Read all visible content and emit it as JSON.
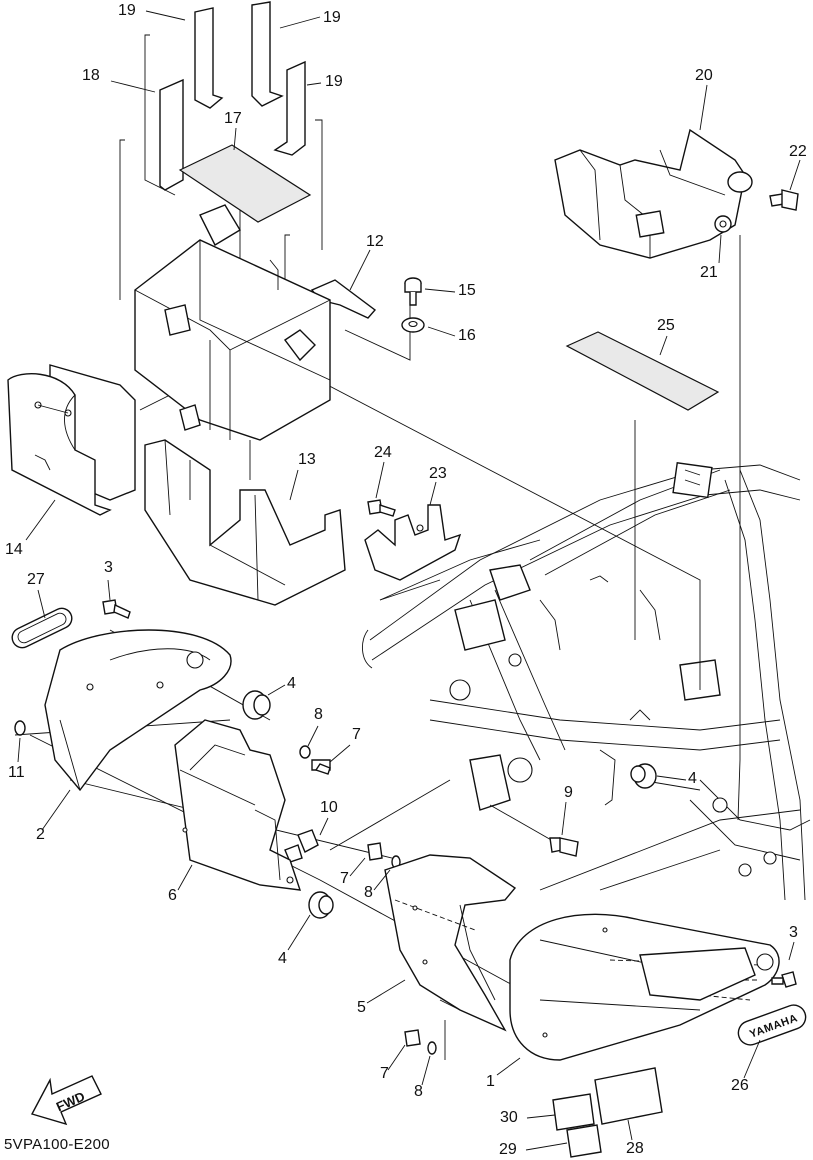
{
  "catalog_code": "5VPA100-E200",
  "fwd_label": "FWD",
  "emblem_text": "YAMAHA",
  "callouts": [
    {
      "id": "c19a",
      "text": "19"
    },
    {
      "id": "c19b",
      "text": "19"
    },
    {
      "id": "c19c",
      "text": "19"
    },
    {
      "id": "c18",
      "text": "18"
    },
    {
      "id": "c17",
      "text": "17"
    },
    {
      "id": "c20",
      "text": "20"
    },
    {
      "id": "c22",
      "text": "22"
    },
    {
      "id": "c21",
      "text": "21"
    },
    {
      "id": "c12",
      "text": "12"
    },
    {
      "id": "c15",
      "text": "15"
    },
    {
      "id": "c16",
      "text": "16"
    },
    {
      "id": "c25",
      "text": "25"
    },
    {
      "id": "c14",
      "text": "14"
    },
    {
      "id": "c13",
      "text": "13"
    },
    {
      "id": "c24",
      "text": "24"
    },
    {
      "id": "c23",
      "text": "23"
    },
    {
      "id": "c27",
      "text": "27"
    },
    {
      "id": "c3a",
      "text": "3"
    },
    {
      "id": "c4a",
      "text": "4"
    },
    {
      "id": "c8a",
      "text": "8"
    },
    {
      "id": "c7a",
      "text": "7"
    },
    {
      "id": "c11",
      "text": "11"
    },
    {
      "id": "c2",
      "text": "2"
    },
    {
      "id": "c10",
      "text": "10"
    },
    {
      "id": "c9",
      "text": "9"
    },
    {
      "id": "c4b",
      "text": "4"
    },
    {
      "id": "c6",
      "text": "6"
    },
    {
      "id": "c7b",
      "text": "7"
    },
    {
      "id": "c8b",
      "text": "8"
    },
    {
      "id": "c4c",
      "text": "4"
    },
    {
      "id": "c5",
      "text": "5"
    },
    {
      "id": "c3b",
      "text": "3"
    },
    {
      "id": "c7c",
      "text": "7"
    },
    {
      "id": "c8c",
      "text": "8"
    },
    {
      "id": "c1",
      "text": "1"
    },
    {
      "id": "c26",
      "text": "26"
    },
    {
      "id": "c30",
      "text": "30"
    },
    {
      "id": "c28",
      "text": "28"
    },
    {
      "id": "c29",
      "text": "29"
    }
  ]
}
